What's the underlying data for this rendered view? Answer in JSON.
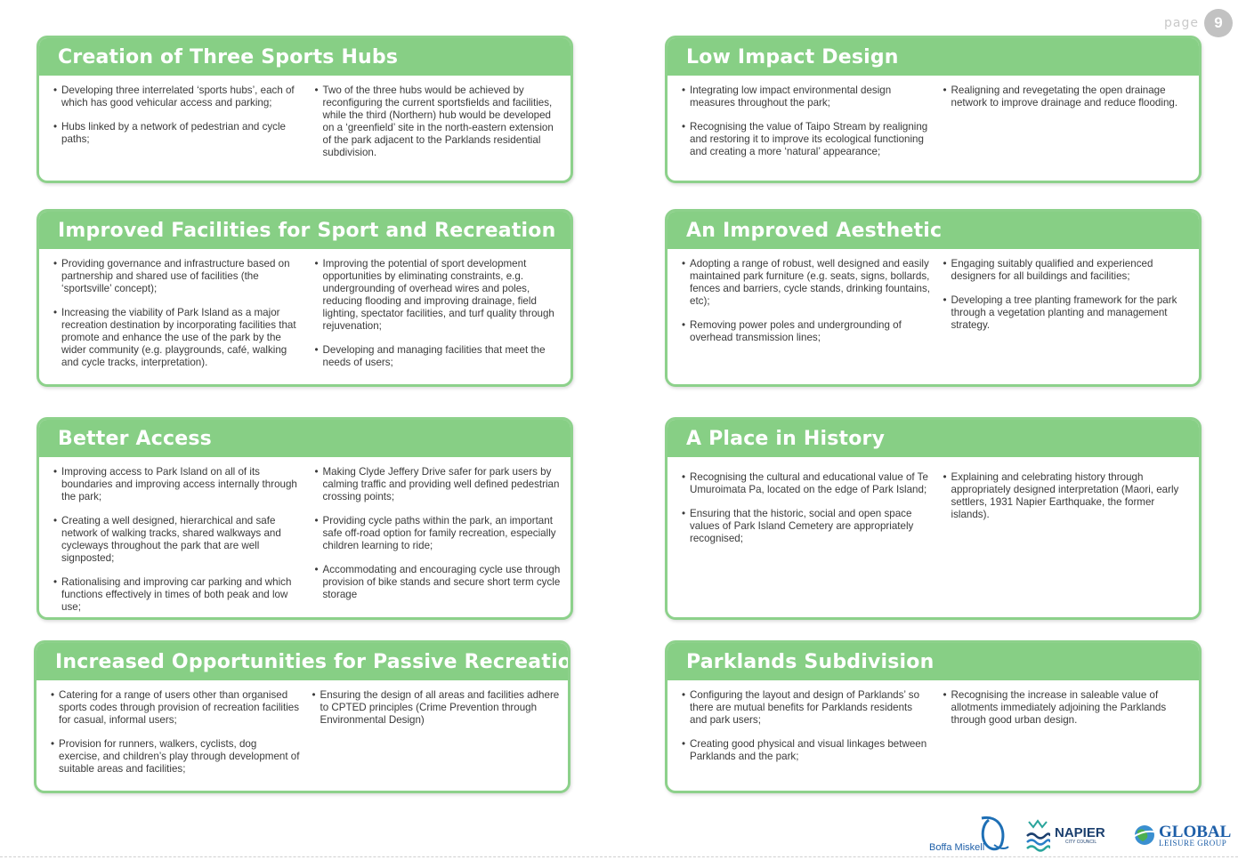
{
  "page": {
    "label": "page",
    "number": "9"
  },
  "cards": [
    {
      "title": "Creation of Three Sports Hubs",
      "left": [
        "Developing three interrelated ‘sports hubs’, each of which has good vehicular access and parking;",
        "Hubs linked by a network of pedestrian and cycle paths;"
      ],
      "right": [
        "Two of the three hubs would be achieved by reconfiguring the current sportsfields and facilities, while the third (Northern) hub would be developed on a ‘greenfield’ site in the north-eastern extension of the park adjacent to the Parklands residential subdivision."
      ]
    },
    {
      "title": "Low Impact Design",
      "left": [
        "Integrating low impact environmental design measures throughout the park;",
        "Recognising the value of Taipo Stream by realigning and restoring it to improve its ecological functioning and creating a more ‘natural’ appearance;"
      ],
      "right": [
        "Realigning and revegetating the open drainage network to improve drainage and reduce flooding."
      ]
    },
    {
      "title": "Improved Facilities for Sport and Recreation",
      "left": [
        "Providing governance and infrastructure based on partnership and shared use of facilities (the ‘sportsville’ concept);",
        "Increasing the viability of Park Island as a major recreation destination by incorporating facilities that promote and enhance the use of the park by the wider community (e.g. playgrounds, café, walking and cycle tracks, interpretation)."
      ],
      "right": [
        "Improving the potential of sport development opportunities by eliminating constraints, e.g. undergrounding of overhead wires and poles, reducing flooding and improving drainage, field lighting, spectator facilities, and turf quality through rejuvenation;",
        "Developing and managing facilities that meet the needs of users;"
      ]
    },
    {
      "title": "An Improved Aesthetic",
      "left": [
        "Adopting a range of robust, well designed and easily maintained park furniture (e.g. seats, signs, bollards, fences and barriers, cycle stands, drinking fountains, etc);",
        "Removing power poles and undergrounding of overhead transmission lines;"
      ],
      "right": [
        "Engaging suitably qualified and experienced designers for all buildings and facilities;",
        "Developing a tree planting framework for the park through a vegetation planting and management strategy."
      ]
    },
    {
      "title": "Better Access",
      "left": [
        "Improving access to Park Island on all of its boundaries and improving access internally through the park;",
        "Creating a well designed, hierarchical and safe network of walking tracks, shared walkways and cycleways throughout the park that are well signposted;",
        "Rationalising and improving car parking and which functions effectively in times of both peak and low use;"
      ],
      "right": [
        "Making Clyde Jeffery Drive safer for park users by calming traffic and providing well defined pedestrian crossing points;",
        " Providing cycle paths within the park, an important safe off-road option for family recreation, especially children learning to ride;",
        "Accommodating and encouraging cycle use through provision of bike stands and secure short term cycle storage"
      ]
    },
    {
      "title": "A Place in History",
      "left": [
        "Recognising the cultural and educational value of Te Umuroimata Pa, located on the edge of Park Island;",
        "Ensuring that the historic, social and open space values of Park Island Cemetery are appropriately recognised;"
      ],
      "right": [
        "Explaining and celebrating history through appropriately designed interpretation (Maori, early settlers, 1931 Napier Earthquake, the former islands)."
      ]
    },
    {
      "title": "Increased Opportunities for Passive Recreation",
      "left": [
        "Catering for a range of users other than organised sports codes through provision of recreation facilities for casual, informal users;",
        "Provision for runners, walkers, cyclists, dog exercise, and children’s play through development of suitable areas and facilities;"
      ],
      "right": [
        "Ensuring the design of all areas and facilities adhere to CPTED principles (Crime Prevention through Environmental Design)"
      ]
    },
    {
      "title": "Parklands Subdivision",
      "left": [
        "Configuring the layout and design of Parklands’ so there are mutual benefits for Parklands residents and park users;",
        "Creating good physical and visual linkages between Parklands and the park;"
      ],
      "right": [
        "Recognising the increase in saleable value of allotments immediately adjoining the Parklands through good urban design."
      ]
    }
  ],
  "logos": {
    "boffa": "Boffa Miskell",
    "napier": "NAPIER",
    "napier_sub": "CITY COUNCIL",
    "global": "GLOBAL",
    "global_sub": "LEISURE GROUP"
  },
  "colors": {
    "accent": "#87cf85",
    "border": "#8dd18b",
    "text": "#3a3a3a"
  }
}
